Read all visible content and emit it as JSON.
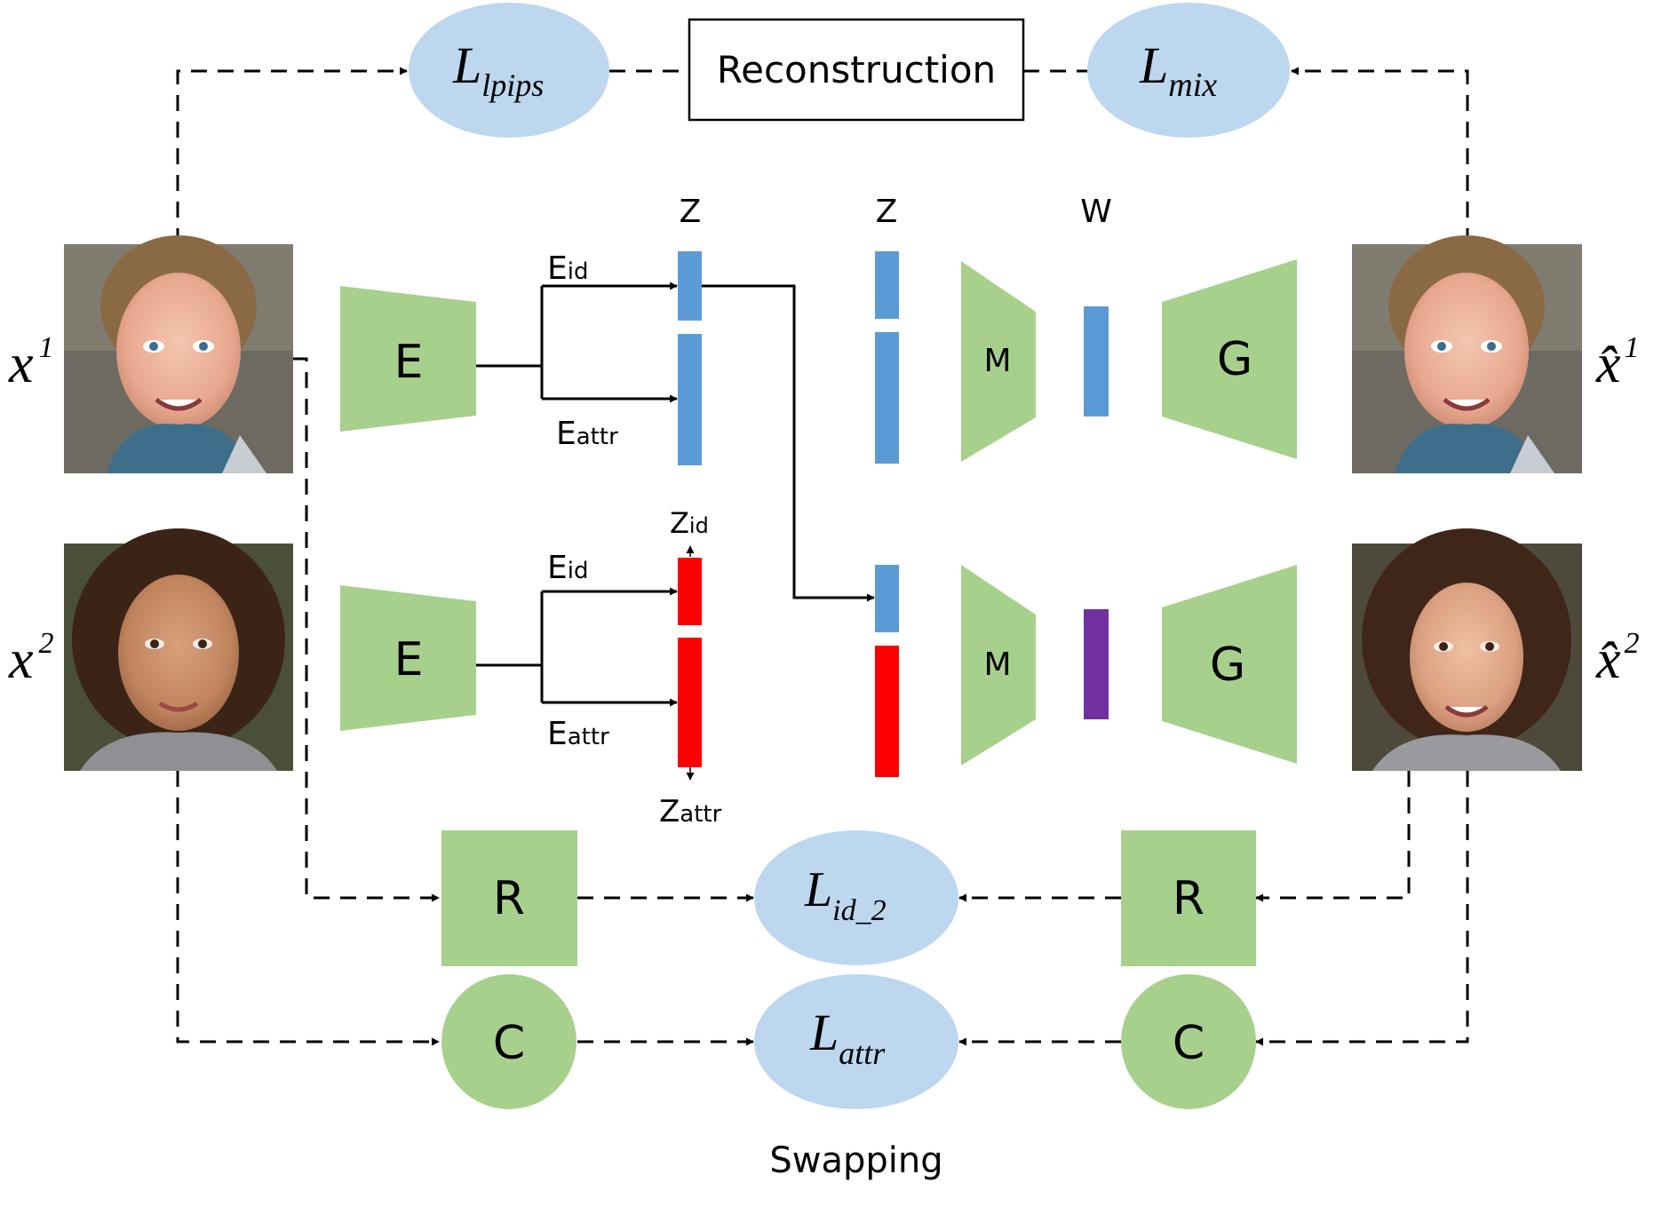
{
  "top": {
    "loss_lpips": {
      "main": "L",
      "sub": "lpips"
    },
    "reconstruction_label": "Reconstruction",
    "loss_mix": {
      "main": "L",
      "sub": "mix"
    }
  },
  "bottom": {
    "loss_id2": {
      "main": "L",
      "sub": "id_2"
    },
    "loss_attr": {
      "main": "L",
      "sub": "attr"
    },
    "swapping_label": "Swapping"
  },
  "inputs": {
    "x1": {
      "main": "x",
      "sup": "1"
    },
    "x2": {
      "main": "x",
      "sup": "2"
    }
  },
  "outputs": {
    "xhat1": {
      "main": "x̂",
      "sup": "1"
    },
    "xhat2": {
      "main": "x̂",
      "sup": "2"
    }
  },
  "blocks": {
    "encoder_label": "E",
    "mapper_label": "M",
    "generator_label": "G",
    "recognizer_label": "R",
    "classifier_label": "C"
  },
  "branches": {
    "e_id": {
      "main": "E",
      "sub": "id"
    },
    "e_attr": {
      "main": "E",
      "sub": "attr"
    }
  },
  "latents": {
    "z_label_1": "Z",
    "z_label_2": "Z",
    "w_label": "W",
    "z_id": {
      "main": "Z",
      "sub": "id"
    },
    "z_attr": {
      "main": "Z",
      "sub": "attr"
    }
  },
  "colors": {
    "green": "#a8d08d",
    "blue_latent": "#5b9bd5",
    "red_latent": "#ff0000",
    "purple_latent": "#7030a0",
    "loss_ellipse": "#bdd7ee"
  }
}
